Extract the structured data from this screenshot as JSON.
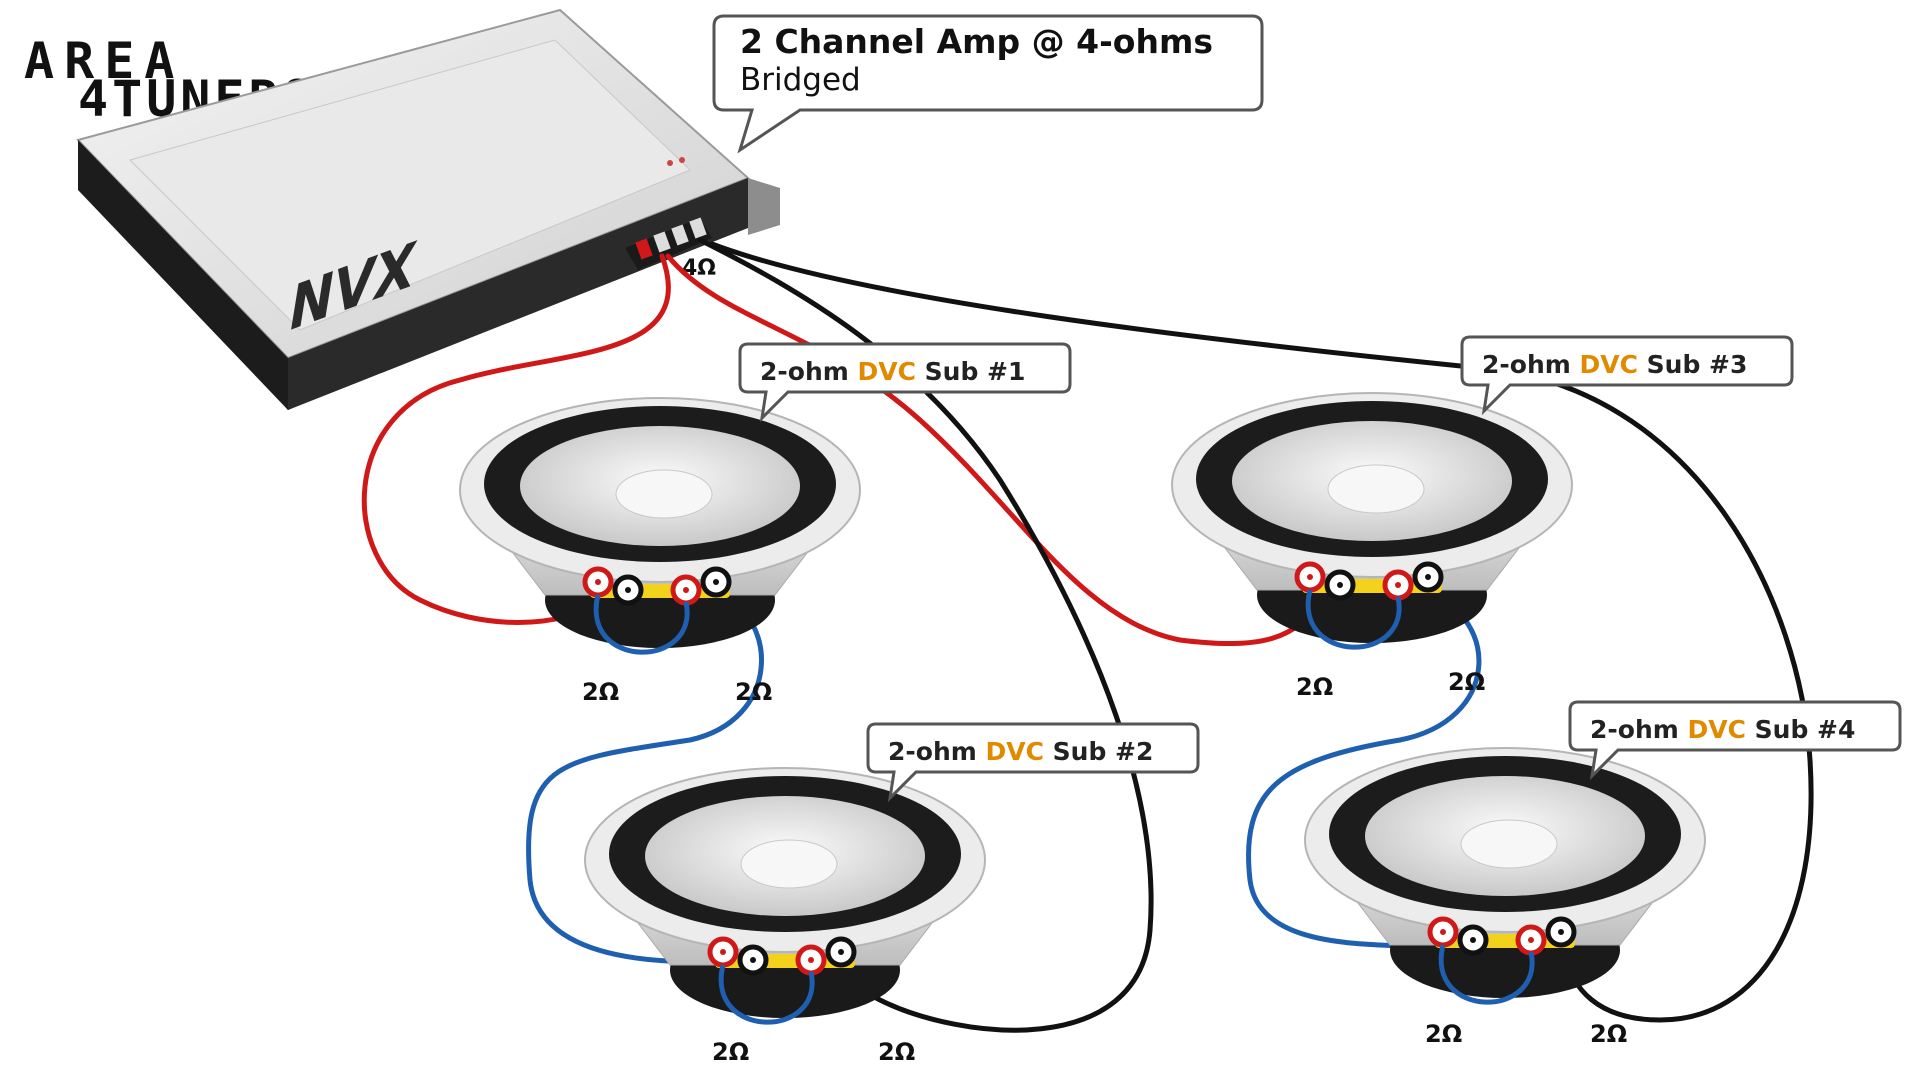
{
  "logo": {
    "line1": "AREA",
    "line2": "4TUNERS"
  },
  "amp": {
    "brand": "NVX",
    "callout_title": "2 Channel Amp @ 4-ohms",
    "callout_subtitle": "Bridged",
    "terminal_label": "4Ω"
  },
  "subs": [
    {
      "label_prefix": "2-ohm ",
      "label_highlight": "DVC",
      "label_suffix": " Sub #1",
      "coil_left": "2Ω",
      "coil_right": "2Ω"
    },
    {
      "label_prefix": "2-ohm ",
      "label_highlight": "DVC",
      "label_suffix": " Sub #2",
      "coil_left": "2Ω",
      "coil_right": "2Ω"
    },
    {
      "label_prefix": "2-ohm ",
      "label_highlight": "DVC",
      "label_suffix": " Sub #3",
      "coil_left": "2Ω",
      "coil_right": "2Ω"
    },
    {
      "label_prefix": "2-ohm ",
      "label_highlight": "DVC",
      "label_suffix": " Sub #4",
      "coil_left": "2Ω",
      "coil_right": "2Ω"
    }
  ],
  "colors": {
    "positive_wire": "#d01818",
    "negative_wire": "#111111",
    "jumper_wire": "#1f5fb0",
    "highlight_text": "#e08a00"
  }
}
